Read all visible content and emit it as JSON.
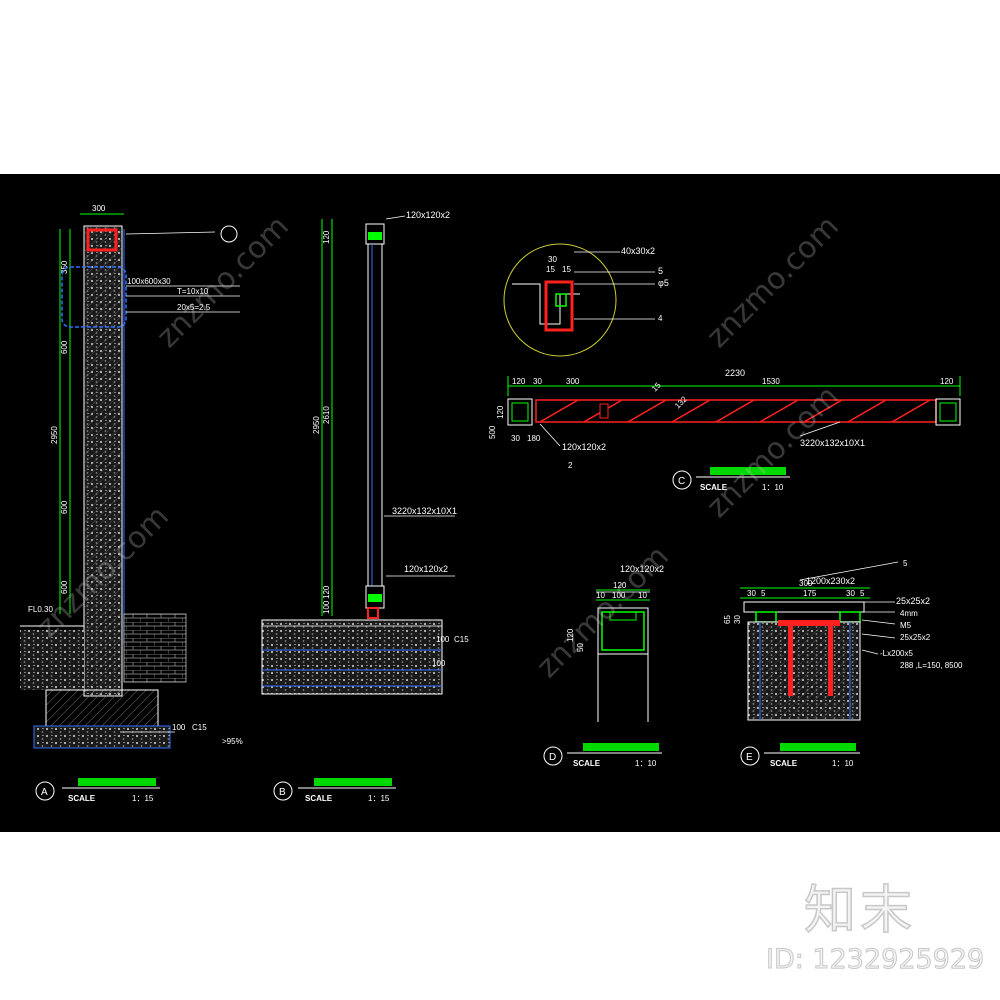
{
  "colors": {
    "background": "#000000",
    "dim": "#00ff00",
    "outline": "#ffffff",
    "steel": "#ff2020",
    "leader": "#ffffff",
    "title": "#00ff00",
    "blue": "#3070ff",
    "yellow": "#ffff00"
  },
  "watermark": {
    "text": "znzmo.com",
    "logo": "知末",
    "id_label": "ID: 1232925929"
  },
  "viewA": {
    "dim_width": "300",
    "dim_total": "2950",
    "dim_segs": [
      "350",
      "600",
      "600",
      "600"
    ],
    "level": "FL0.30",
    "notes": [
      "100x600x30",
      "T=10x10",
      "20x5=2.5"
    ],
    "base_note": "100",
    "base_note2": "C15",
    "base_note3": ">95%",
    "circle": "A",
    "scale_label": "SCALE",
    "scale": "1：15"
  },
  "viewB": {
    "dim_total": "2950",
    "dim_inner": "2610",
    "dim_top": "120",
    "dim_bottom": "120",
    "dim_small": "100",
    "top_note": "120x120x2",
    "mid_note": "3220x132x10X1",
    "bot_note": "120x120x2",
    "base_notes": [
      "100",
      "C15",
      "100"
    ],
    "circle": "B",
    "scale_label": "SCALE",
    "scale": "1：15"
  },
  "viewC": {
    "detail_notes": [
      "40x30x2",
      "5",
      "φ5",
      "4"
    ],
    "detail_dims": [
      "30",
      "15",
      "15"
    ],
    "dim_total": "2230",
    "dims_top": [
      "120",
      "30",
      "300",
      "1530",
      "120"
    ],
    "dims_left": [
      "120",
      "500"
    ],
    "dims_bottom": [
      "30",
      "180"
    ],
    "diag_dims": [
      "15",
      "132"
    ],
    "note_right": "3220x132x10X1",
    "note_left": "120x120x2",
    "note_left2": "2",
    "circle": "C",
    "scale_label": "SCALE",
    "scale": "1：10"
  },
  "viewD": {
    "top_note": "120x120x2",
    "dims_top": [
      "120",
      "10",
      "100",
      "10"
    ],
    "dims_left": [
      "120",
      "50"
    ],
    "circle": "D",
    "scale_label": "SCALE",
    "scale": "1：10"
  },
  "viewE": {
    "dims_top": [
      "300",
      "30",
      "5",
      "175",
      "30",
      "5"
    ],
    "dims_left": [
      "65",
      "30"
    ],
    "notes": [
      "5",
      "1200x230x2",
      "25x25x2",
      "4mm",
      "M5",
      "25x25x2",
      "-Lx200x5",
      "288 ,L=150, 8500"
    ],
    "circle": "E",
    "scale_label": "SCALE",
    "scale": "1：10"
  }
}
